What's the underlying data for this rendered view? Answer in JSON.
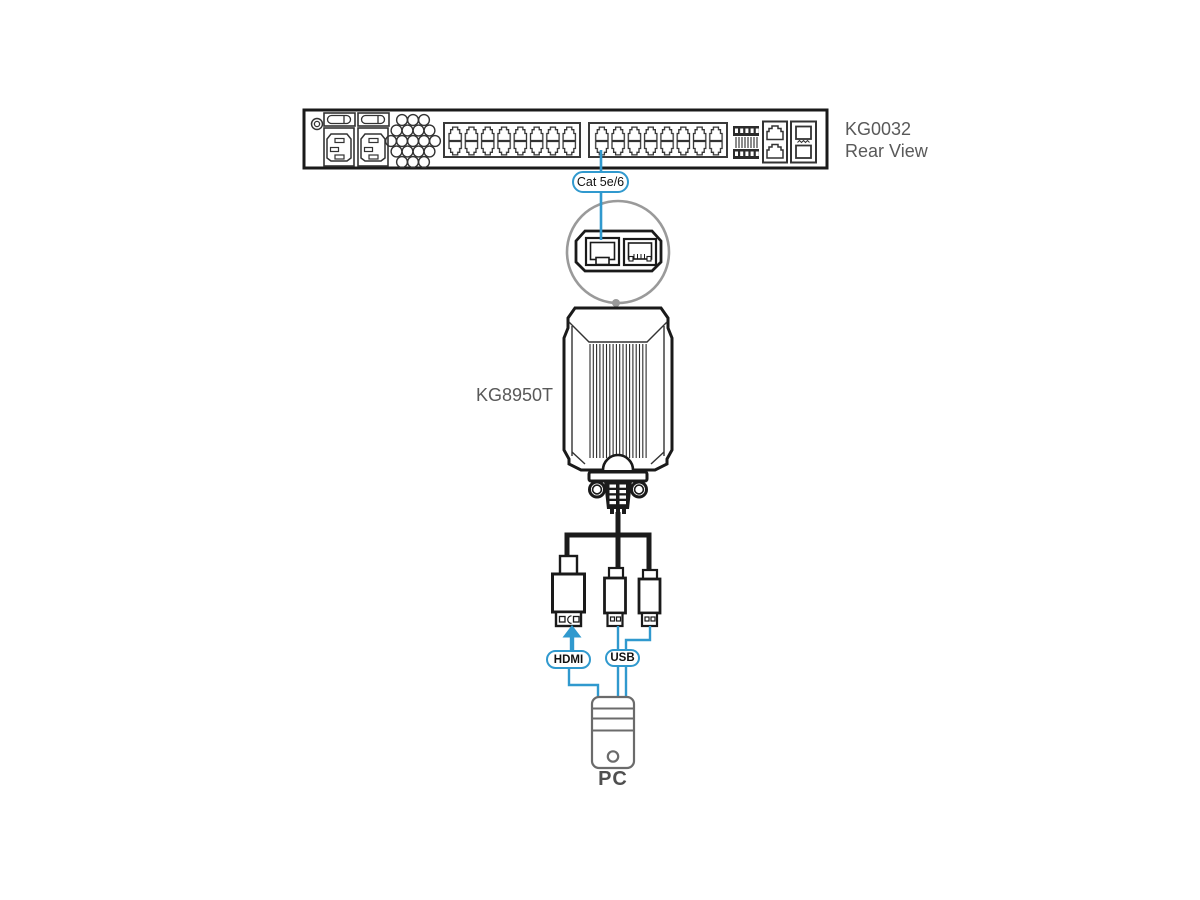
{
  "diagram": {
    "rack": {
      "model": "KG0032",
      "view": "Rear View"
    },
    "transmitter": {
      "model": "KG8950T"
    },
    "pc": {
      "label": "PC"
    },
    "cables": {
      "cat": "Cat 5e/6",
      "hdmi": "HDMI",
      "usb": "USB"
    },
    "colors": {
      "cable_blue": "#3099CE",
      "outline_black": "#1A1A1A",
      "label_gray": "#595959",
      "magnifier_gray": "#9A9A9A"
    }
  }
}
